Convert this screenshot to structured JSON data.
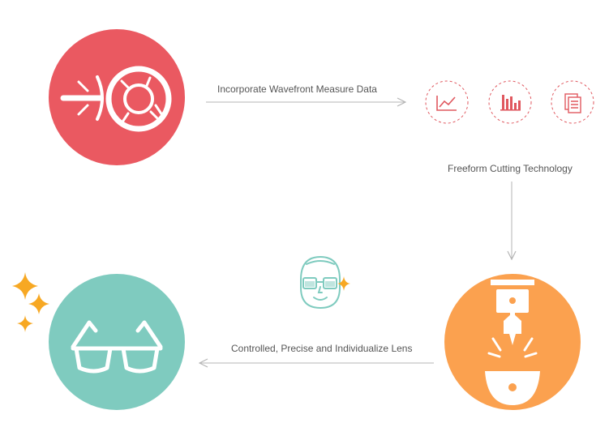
{
  "steps": [
    {
      "id": "eye-scan",
      "color": "#ea5961",
      "icon": "eye-laser-scan-icon"
    },
    {
      "id": "measure-icons",
      "icon_color": "#e0585f",
      "icons": [
        "line-chart-icon",
        "bar-chart-icon",
        "document-icon"
      ]
    },
    {
      "id": "freeform-cutting",
      "color": "#fba14f",
      "icon": "cutting-machine-icon"
    },
    {
      "id": "lens-result",
      "color": "#7fcbbf",
      "icon": "glasses-icon",
      "sparkle_color": "#f7a823"
    }
  ],
  "arrows": [
    {
      "label": "Incorporate Wavefront Measure Data"
    },
    {
      "label": "Freeform Cutting Technology"
    },
    {
      "label": "Controlled, Precise and Individualize Lens"
    }
  ],
  "colors": {
    "arrow": "#b5b5b5",
    "text": "#555555",
    "face": "#7fcbbf"
  }
}
